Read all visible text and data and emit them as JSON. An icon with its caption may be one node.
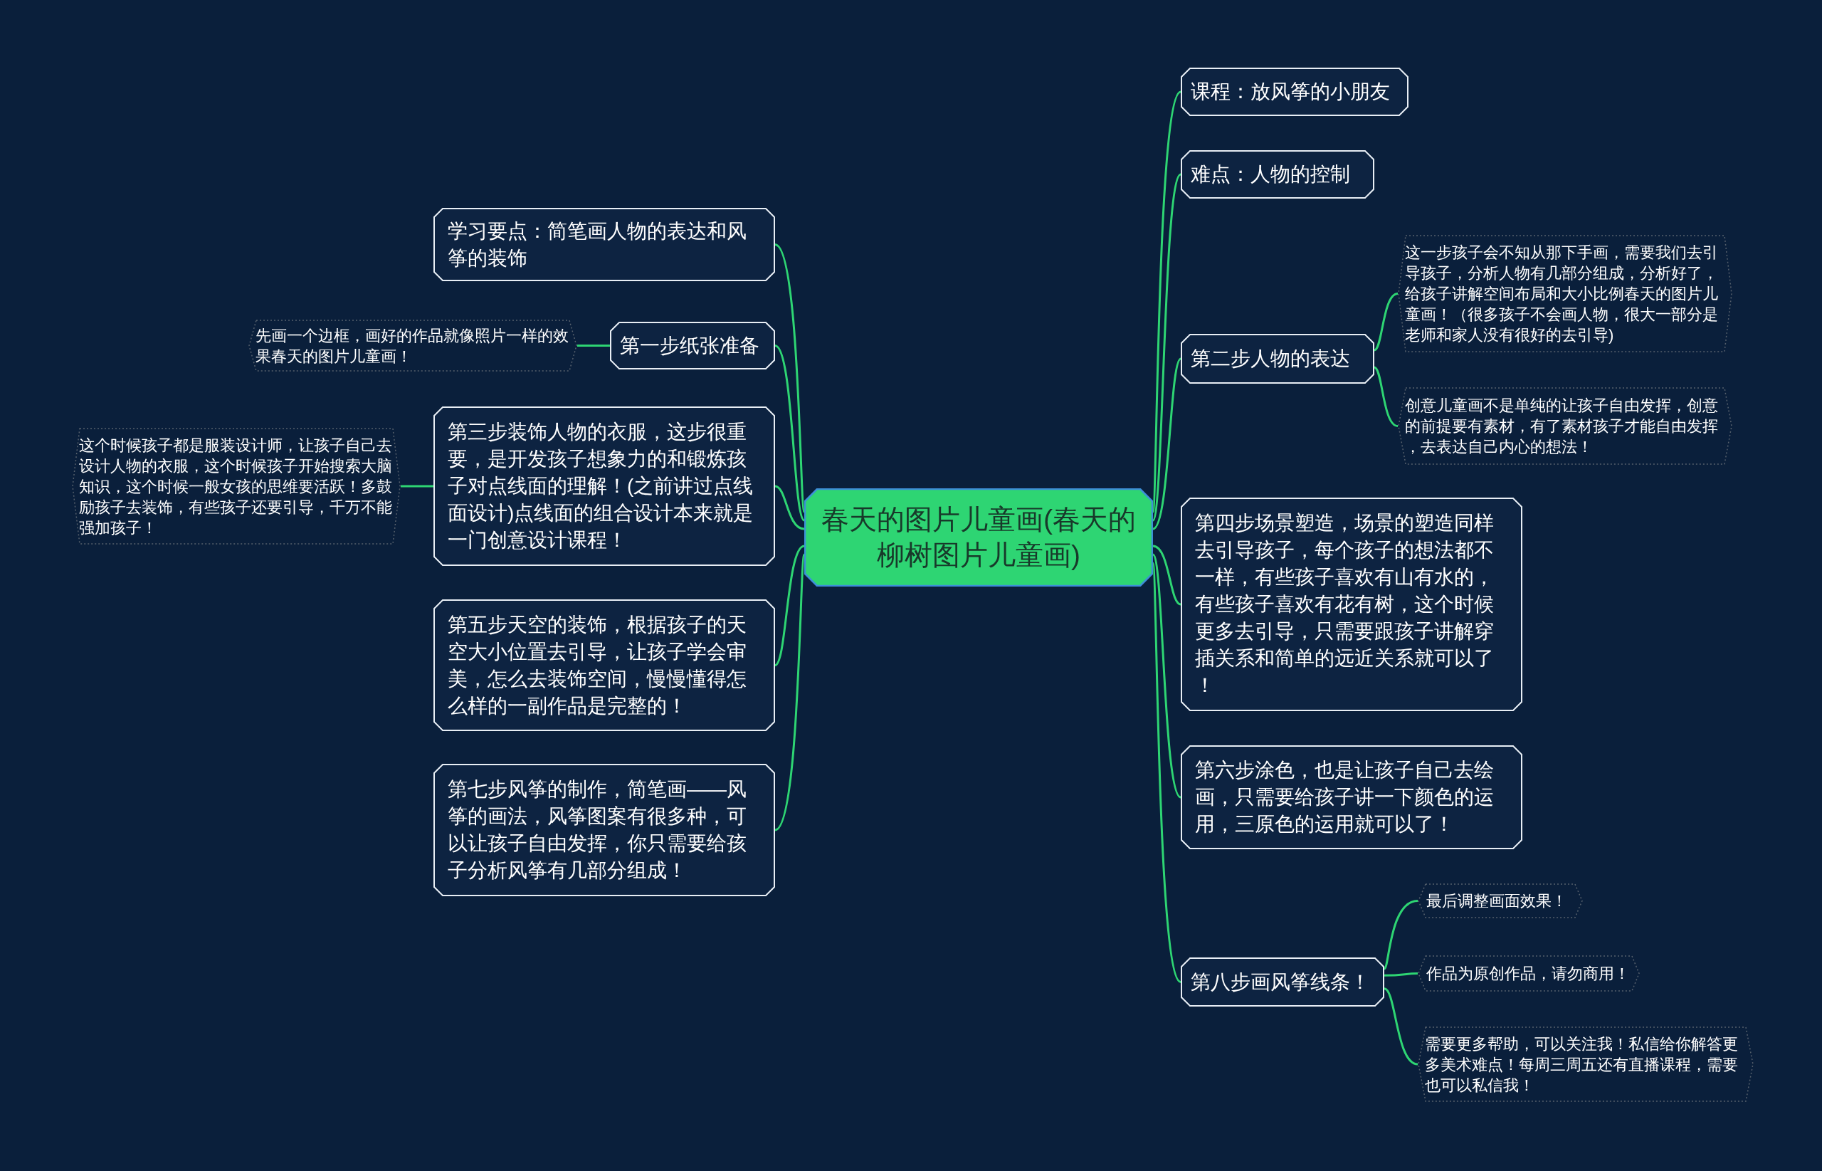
{
  "diagram": {
    "nodes": [
      {
        "text": [
          "春天的图片儿童画(春天的柳树图片儿童画)"
        ]
      },
      {
        "text": [
          "学习要点：简笔画人物的表达和风筝的装饰"
        ]
      },
      {
        "text": [
          "第一步纸张准备"
        ]
      },
      {
        "text": [
          "先画一个边框，画好的作品就像照片一样的效果春天的图片儿童画！"
        ]
      },
      {
        "text": [
          "第三步装饰人物的衣服，这步很重要，是开发孩子想象力的和锻炼孩子对点线面的理解！(之前讲过点线面设计)点线面的组合设计本来就是一门创意设计课程！"
        ]
      },
      {
        "text": [
          "这个时候孩子都是服装设计师，让孩子自己去设计人物的衣服，这个时候孩子开始搜索大脑知识，这个时候一般女孩的思维要活跃！多鼓励孩子去装饰，有些孩子还要引导，千万不能强加孩子！"
        ]
      },
      {
        "text": [
          "第五步天空的装饰，根据孩子的天空大小位置去引导，让孩子学会审美，怎么去装饰空间，慢慢懂得怎么样的一副作品是完整的！"
        ]
      },
      {
        "text": [
          "第七步风筝的制作，简笔画——风筝的画法，风筝图案有很多种，可以让孩子自由发挥，你只需要给孩子分析风筝有几部分组成！"
        ]
      },
      {
        "text": [
          "课程：放风筝的小朋友"
        ]
      },
      {
        "text": [
          "难点：人物的控制"
        ]
      },
      {
        "text": [
          "第二步人物的表达"
        ]
      },
      {
        "text": [
          "这一步孩子会不知从那下手画，需要我们去引导孩子，分析人物有几部分组成，分析好了，给孩子讲解空间布局和大小比例春天的图片儿童画！（很多孩子不会画人物，很大一部分是老师和家人没有很好的去引导)"
        ]
      },
      {
        "text": [
          "创意儿童画不是单纯的让孩子自由发挥，创意的前提要有素材，有了素材孩子才能自由发挥，去表达自己内心的想法！"
        ]
      },
      {
        "text": [
          "第四步场景塑造，场景的塑造同样去引导孩子，每个孩子的想法都不一样，有些孩子喜欢有山有水的，有些孩子喜欢有花有树，这个时候更多去引导，只需要跟孩子讲解穿插关系和简单的远近关系就可以了！"
        ]
      },
      {
        "text": [
          "第六步涂色，也是让孩子自己去绘画，只需要给孩子讲一下颜色的运用，三原色的运用就可以了！"
        ]
      },
      {
        "text": [
          "第八步画风筝线条！"
        ]
      },
      {
        "text": [
          "最后调整画面效果！"
        ]
      },
      {
        "text": [
          "作品为原创作品，请勿商用！"
        ]
      },
      {
        "text": [
          "需要更多帮助，可以关注我！私信给你解答更多美术难点！每周三周五还有直播课程，需要也可以私信我！"
        ]
      }
    ],
    "edges": [
      {
        "from": 0,
        "to": 1,
        "arrow": "none"
      },
      {
        "from": 0,
        "to": 2,
        "arrow": "none"
      },
      {
        "from": 2,
        "to": 3,
        "arrow": "none"
      },
      {
        "from": 0,
        "to": 4,
        "arrow": "none"
      },
      {
        "from": 4,
        "to": 5,
        "arrow": "none"
      },
      {
        "from": 0,
        "to": 6,
        "arrow": "none"
      },
      {
        "from": 0,
        "to": 7,
        "arrow": "none"
      },
      {
        "from": 0,
        "to": 8,
        "arrow": "none"
      },
      {
        "from": 0,
        "to": 9,
        "arrow": "none"
      },
      {
        "from": 0,
        "to": 10,
        "arrow": "none"
      },
      {
        "from": 10,
        "to": 11,
        "arrow": "none"
      },
      {
        "from": 10,
        "to": 12,
        "arrow": "none"
      },
      {
        "from": 0,
        "to": 13,
        "arrow": "none"
      },
      {
        "from": 0,
        "to": 14,
        "arrow": "none"
      },
      {
        "from": 0,
        "to": 15,
        "arrow": "none"
      },
      {
        "from": 15,
        "to": 16,
        "arrow": "none"
      },
      {
        "from": 15,
        "to": 17,
        "arrow": "none"
      },
      {
        "from": 15,
        "to": 18,
        "arrow": "none"
      }
    ]
  }
}
